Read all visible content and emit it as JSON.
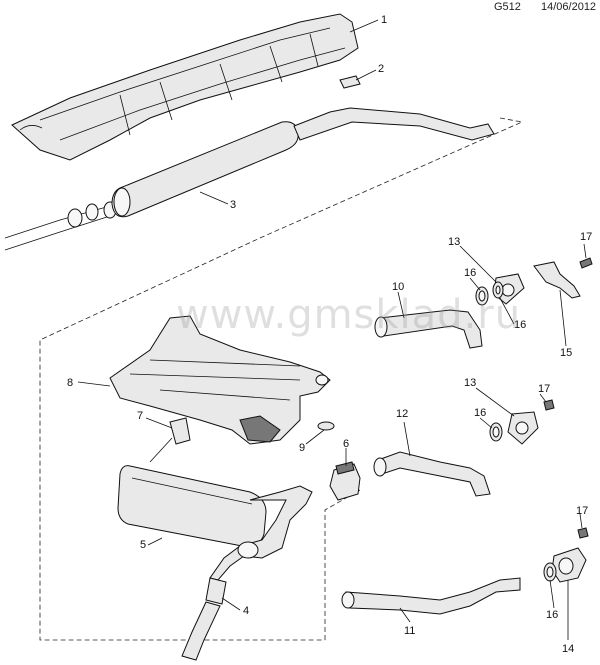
{
  "header": {
    "diagram_code": "G512",
    "date": "14/06/2012"
  },
  "watermark": "www.gmsklad.ru",
  "callouts": [
    {
      "id": "c1",
      "text": "1"
    },
    {
      "id": "c2",
      "text": "2"
    },
    {
      "id": "c3",
      "text": "3"
    },
    {
      "id": "c4",
      "text": "4"
    },
    {
      "id": "c5",
      "text": "5"
    },
    {
      "id": "c6",
      "text": "6"
    },
    {
      "id": "c7",
      "text": "7"
    },
    {
      "id": "c8",
      "text": "8"
    },
    {
      "id": "c9",
      "text": "9"
    },
    {
      "id": "c10",
      "text": "10"
    },
    {
      "id": "c11",
      "text": "11"
    },
    {
      "id": "c12",
      "text": "12"
    },
    {
      "id": "c13a",
      "text": "13"
    },
    {
      "id": "c13b",
      "text": "13"
    },
    {
      "id": "c14",
      "text": "14"
    },
    {
      "id": "c15",
      "text": "15"
    },
    {
      "id": "c16a",
      "text": "16"
    },
    {
      "id": "c16b",
      "text": "16"
    },
    {
      "id": "c16c",
      "text": "16"
    },
    {
      "id": "c16d",
      "text": "16"
    },
    {
      "id": "c17a",
      "text": "17"
    },
    {
      "id": "c17b",
      "text": "17"
    },
    {
      "id": "c17c",
      "text": "17"
    }
  ]
}
